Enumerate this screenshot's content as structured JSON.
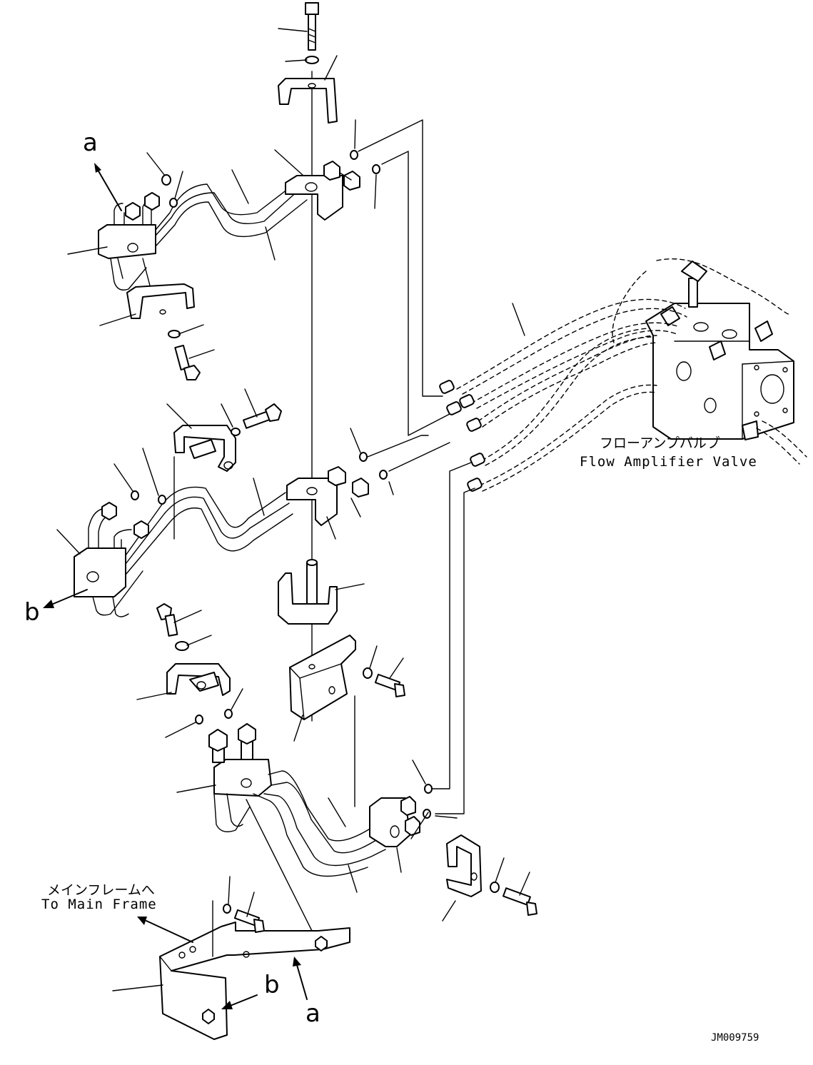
{
  "labels": {
    "flow_amplifier_jp": "フローアンプバルブ",
    "flow_amplifier_en": "Flow Amplifier Valve",
    "main_frame_jp": "メインフレームへ",
    "main_frame_en": "To Main Frame",
    "drawing_number": "JM009759"
  },
  "view_markers": {
    "a_top": "a",
    "b_middle": "b",
    "b_bottom": "b",
    "a_bottom": "a"
  },
  "icons": [
    "bolt-icon",
    "washer-icon",
    "clamp-icon",
    "bracket-icon",
    "o-ring-icon",
    "tube-icon",
    "hose-icon",
    "valve-icon"
  ]
}
